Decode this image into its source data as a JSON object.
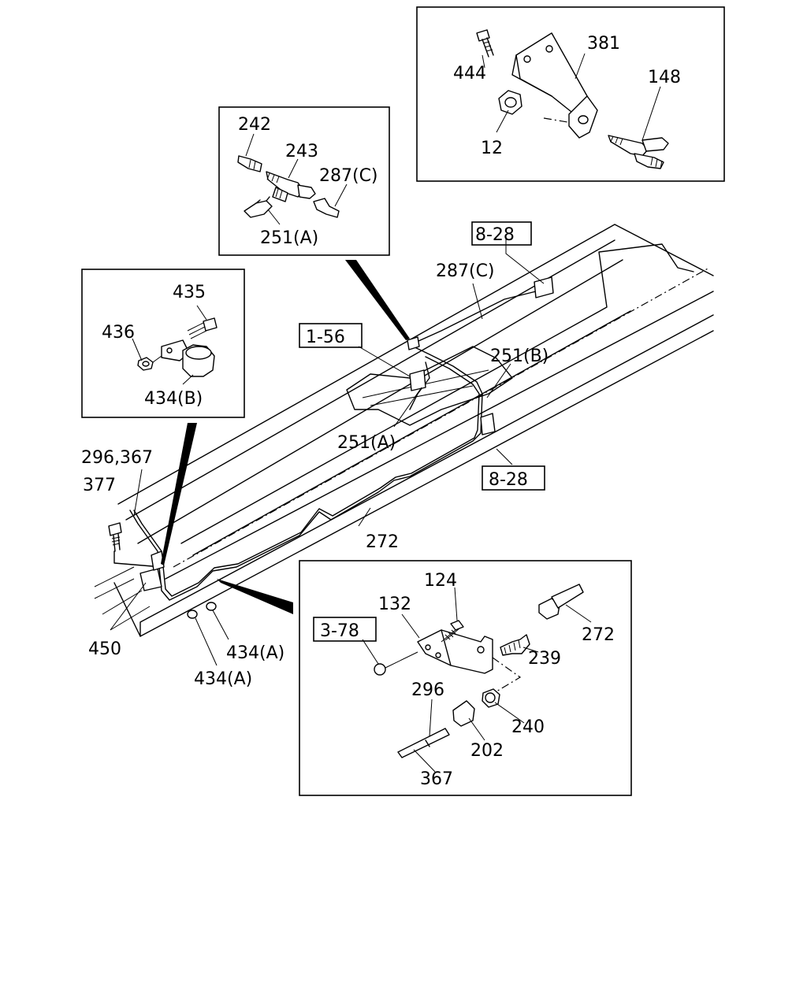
{
  "labels": {
    "l444": "444",
    "l381": "381",
    "l148": "148",
    "l12": "12",
    "l242": "242",
    "l243": "243",
    "l287c_top": "287(C)",
    "l251a_top": "251(A)",
    "l435": "435",
    "l436": "436",
    "l434b": "434(B)",
    "l287c_main": "287(C)",
    "l251b": "251(B)",
    "l251a_main": "251(A)",
    "l296_367": "296,367",
    "l377": "377",
    "l272_main": "272",
    "l450": "450",
    "l434a_right": "434(A)",
    "l434a_left": "434(A)",
    "l124": "124",
    "l132": "132",
    "l272_detail": "272",
    "l239": "239",
    "l296": "296",
    "l240": "240",
    "l202": "202",
    "l367": "367"
  },
  "refs": {
    "r8_28_top": "8-28",
    "r1_56": "1-56",
    "r8_28_bottom": "8-28",
    "r3_78": "3-78"
  }
}
